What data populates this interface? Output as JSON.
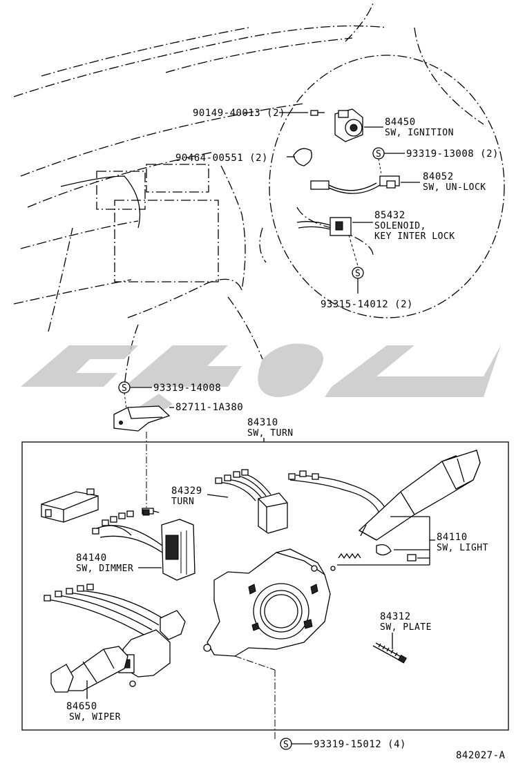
{
  "diagram_number": "842027-A",
  "parts": [
    {
      "id": "p90149",
      "number": "90149-40013 (2)",
      "description": ""
    },
    {
      "id": "p84450",
      "number": "84450",
      "description": "SW, IGNITION"
    },
    {
      "id": "p90464",
      "number": "90464-00551 (2)",
      "description": ""
    },
    {
      "id": "p93319a",
      "number": "93319-13008 (2)",
      "description": ""
    },
    {
      "id": "p84052",
      "number": "84052",
      "description": "SW, UN-LOCK"
    },
    {
      "id": "p85432",
      "number": "85432",
      "description": "SOLENOID,",
      "description2": "KEY INTER LOCK"
    },
    {
      "id": "p93315",
      "number": "93315-14012 (2)",
      "description": ""
    },
    {
      "id": "p93319b",
      "number": "93319-14008",
      "description": ""
    },
    {
      "id": "p82711",
      "number": "82711-1A380",
      "description": ""
    },
    {
      "id": "p84310",
      "number": "84310",
      "description": "SW, TURN"
    },
    {
      "id": "p84329",
      "number": "84329",
      "description": "TURN"
    },
    {
      "id": "p84110",
      "number": "84110",
      "description": "SW, LIGHT"
    },
    {
      "id": "p84140",
      "number": "84140",
      "description": "SW, DIMMER"
    },
    {
      "id": "p84312",
      "number": "84312",
      "description": "SW, PLATE"
    },
    {
      "id": "p84650",
      "number": "84650",
      "description": "SW, WIPER"
    },
    {
      "id": "p93319c",
      "number": "93319-15012 (4)",
      "description": ""
    }
  ],
  "screw_symbol": "S",
  "watermark_text": "کیهان"
}
